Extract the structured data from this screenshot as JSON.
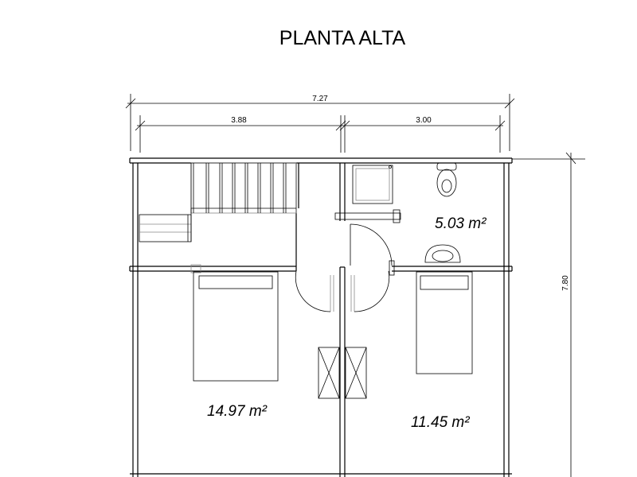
{
  "title": "PLANTA ALTA",
  "dimensions": {
    "total_width": "7.27",
    "left_width": "3.88",
    "right_width": "3.00",
    "depth": "7.80"
  },
  "rooms": {
    "bathroom_area": "5.03 m²",
    "bedroom_left_area": "14.97 m²",
    "bedroom_right_area": "11.45 m²"
  }
}
